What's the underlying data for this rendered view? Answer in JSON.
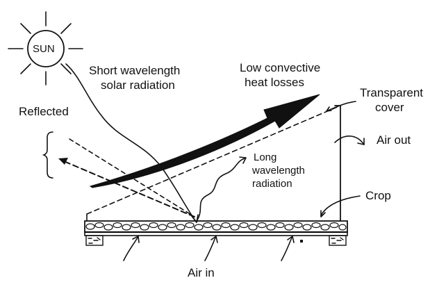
{
  "labels": {
    "sun": "SUN",
    "short_wave_line1": "Short wavelength",
    "short_wave_line2": "solar radiation",
    "low_conv_line1": "Low convective",
    "low_conv_line2": "heat losses",
    "transparent_line1": "Transparent",
    "transparent_line2": "cover",
    "reflected": "Reflected",
    "air_out": "Air out",
    "long_wave_line1": "Long",
    "long_wave_line2": "wavelength",
    "long_wave_line3": "radiation",
    "crop": "Crop",
    "air_in": "Air in"
  },
  "colors": {
    "ink": "#111111",
    "background": "#ffffff"
  }
}
